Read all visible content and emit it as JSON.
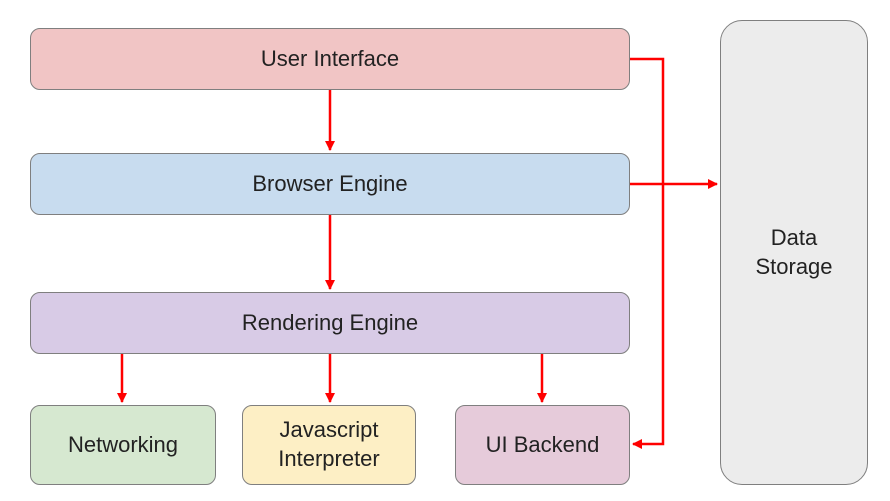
{
  "diagram": {
    "boxes": {
      "user_interface": "User Interface",
      "browser_engine": "Browser Engine",
      "rendering_engine": "Rendering Engine",
      "networking": "Networking",
      "javascript_interpreter": "Javascript\nInterpreter",
      "ui_backend": "UI Backend",
      "data_storage": "Data\nStorage"
    },
    "arrow_color": "#ff0000",
    "edges": [
      {
        "from": "user_interface",
        "to": "browser_engine"
      },
      {
        "from": "browser_engine",
        "to": "rendering_engine"
      },
      {
        "from": "rendering_engine",
        "to": "networking"
      },
      {
        "from": "rendering_engine",
        "to": "javascript_interpreter"
      },
      {
        "from": "rendering_engine",
        "to": "ui_backend"
      },
      {
        "from": "user_interface",
        "to": "ui_backend"
      },
      {
        "from": "browser_engine",
        "to": "data_storage"
      }
    ]
  }
}
